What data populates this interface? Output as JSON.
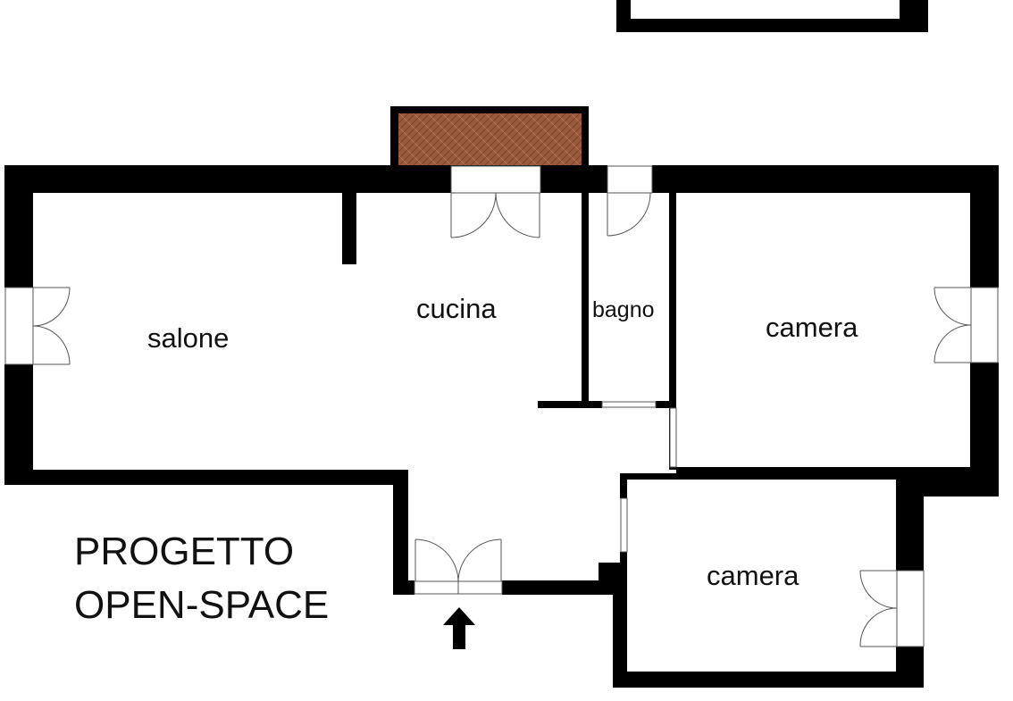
{
  "rooms": {
    "salone": "salone",
    "cucina": "cucina",
    "bagno": "bagno",
    "camera_right": "camera",
    "camera_bottom": "camera"
  },
  "title": {
    "line1": "PROGETTO",
    "line2": "OPEN-SPACE"
  },
  "colors": {
    "wall": "#000000",
    "balcony_floor": "#9a5b3c",
    "background": "#ffffff"
  },
  "icons": {
    "entrance": "arrow-up-icon"
  }
}
